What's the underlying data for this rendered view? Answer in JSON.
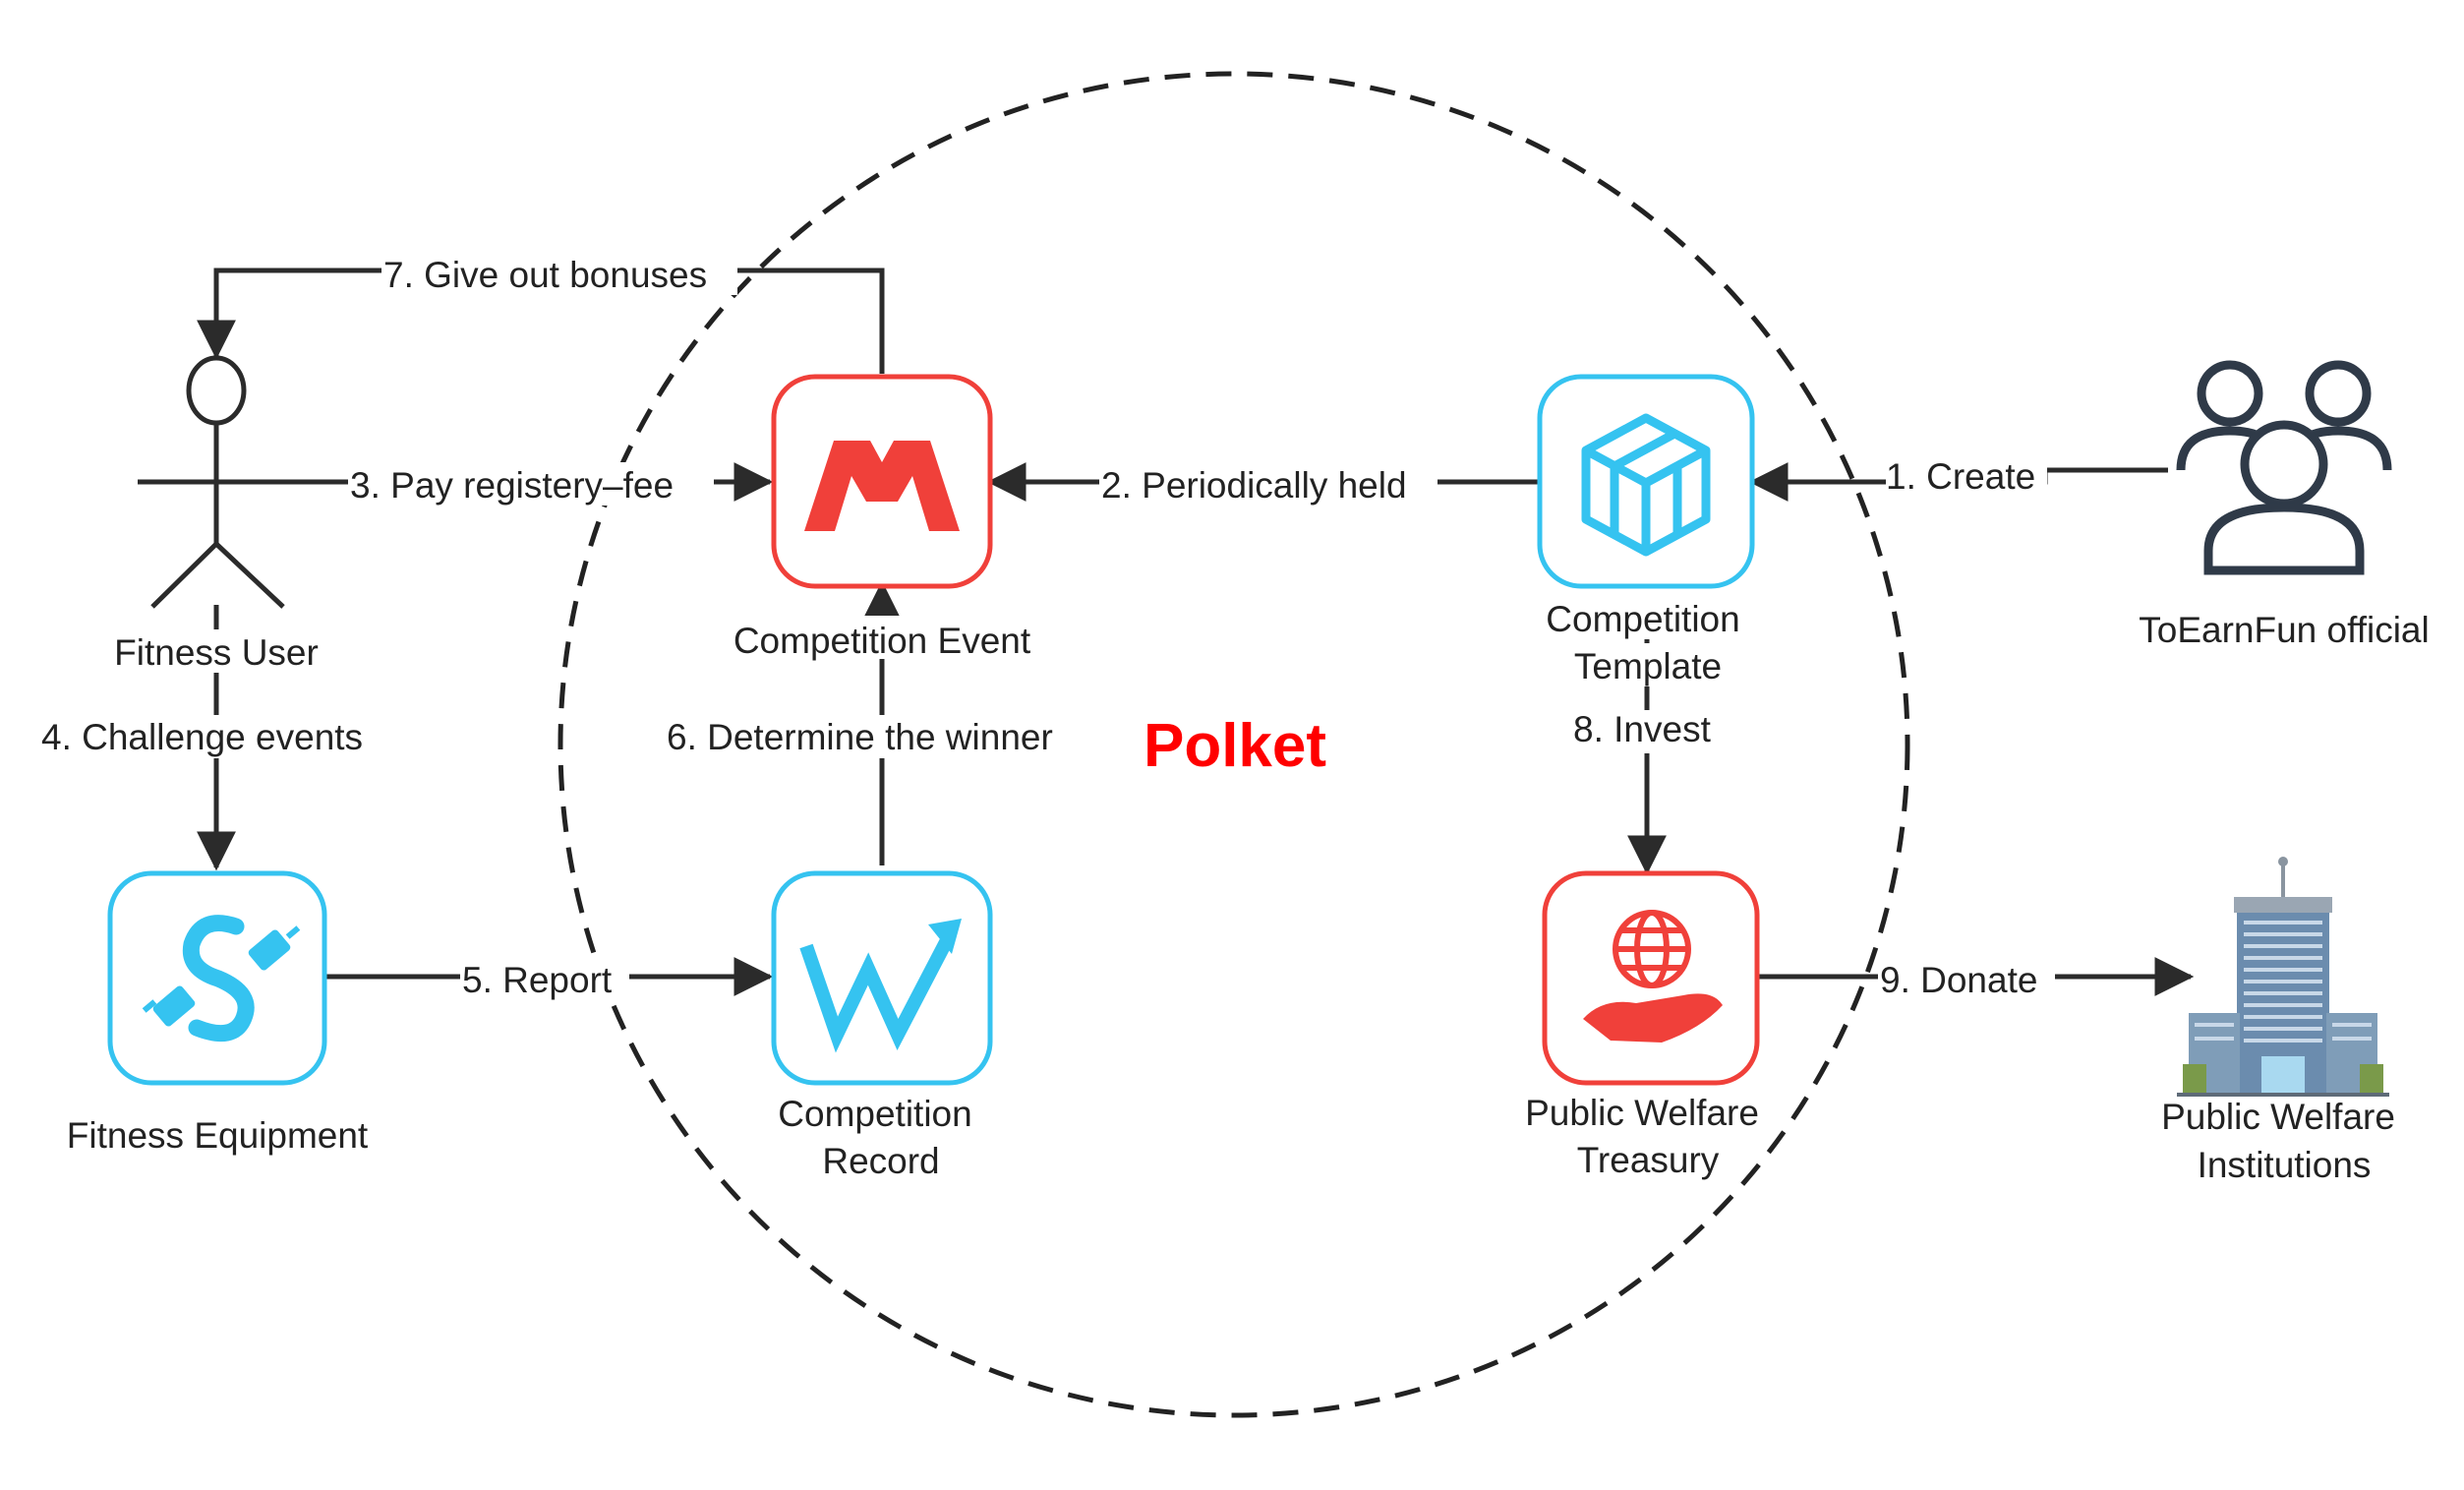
{
  "diagram": {
    "title": "Polket",
    "title_color": "#ff0000",
    "accent_blue": "#35c3f0",
    "accent_red": "#f0403a",
    "nodes": {
      "fitness_user": "Fitness User",
      "competition_event": "Competition Event",
      "competition_template_line1": "Competition",
      "competition_template_line2": "Template",
      "toearnfun_official": "ToEarnFun official",
      "fitness_equipment": "Fitness Equipment",
      "competition_record_line1": "Competition",
      "competition_record_line2": "Record",
      "public_welfare_treasury_line1": "Public Welfare",
      "public_welfare_treasury_line2": "Treasury",
      "public_welfare_institutions_line1": "Public Welfare",
      "public_welfare_institutions_line2": "Institutions"
    },
    "edges": {
      "create": "1. Create",
      "periodically_held": "2. Periodically held",
      "pay_fee": "3. Pay registery–fee",
      "challenge_events": "4. Challenge events",
      "report": "5. Report",
      "determine_winner": "6. Determine the winner",
      "give_bonuses": "7. Give out bonuses",
      "invest": "8. Invest",
      "donate": "9. Donate"
    },
    "icons": {
      "competition_event": "m-logo-icon",
      "competition_template": "cube-icon",
      "toearnfun_official": "users-group-icon",
      "fitness_user": "stick-figure-icon",
      "fitness_equipment": "cable-connector-icon",
      "competition_record": "w-trend-icon",
      "public_welfare_treasury": "globe-in-hand-icon",
      "public_welfare_institutions": "office-building-icon"
    }
  }
}
